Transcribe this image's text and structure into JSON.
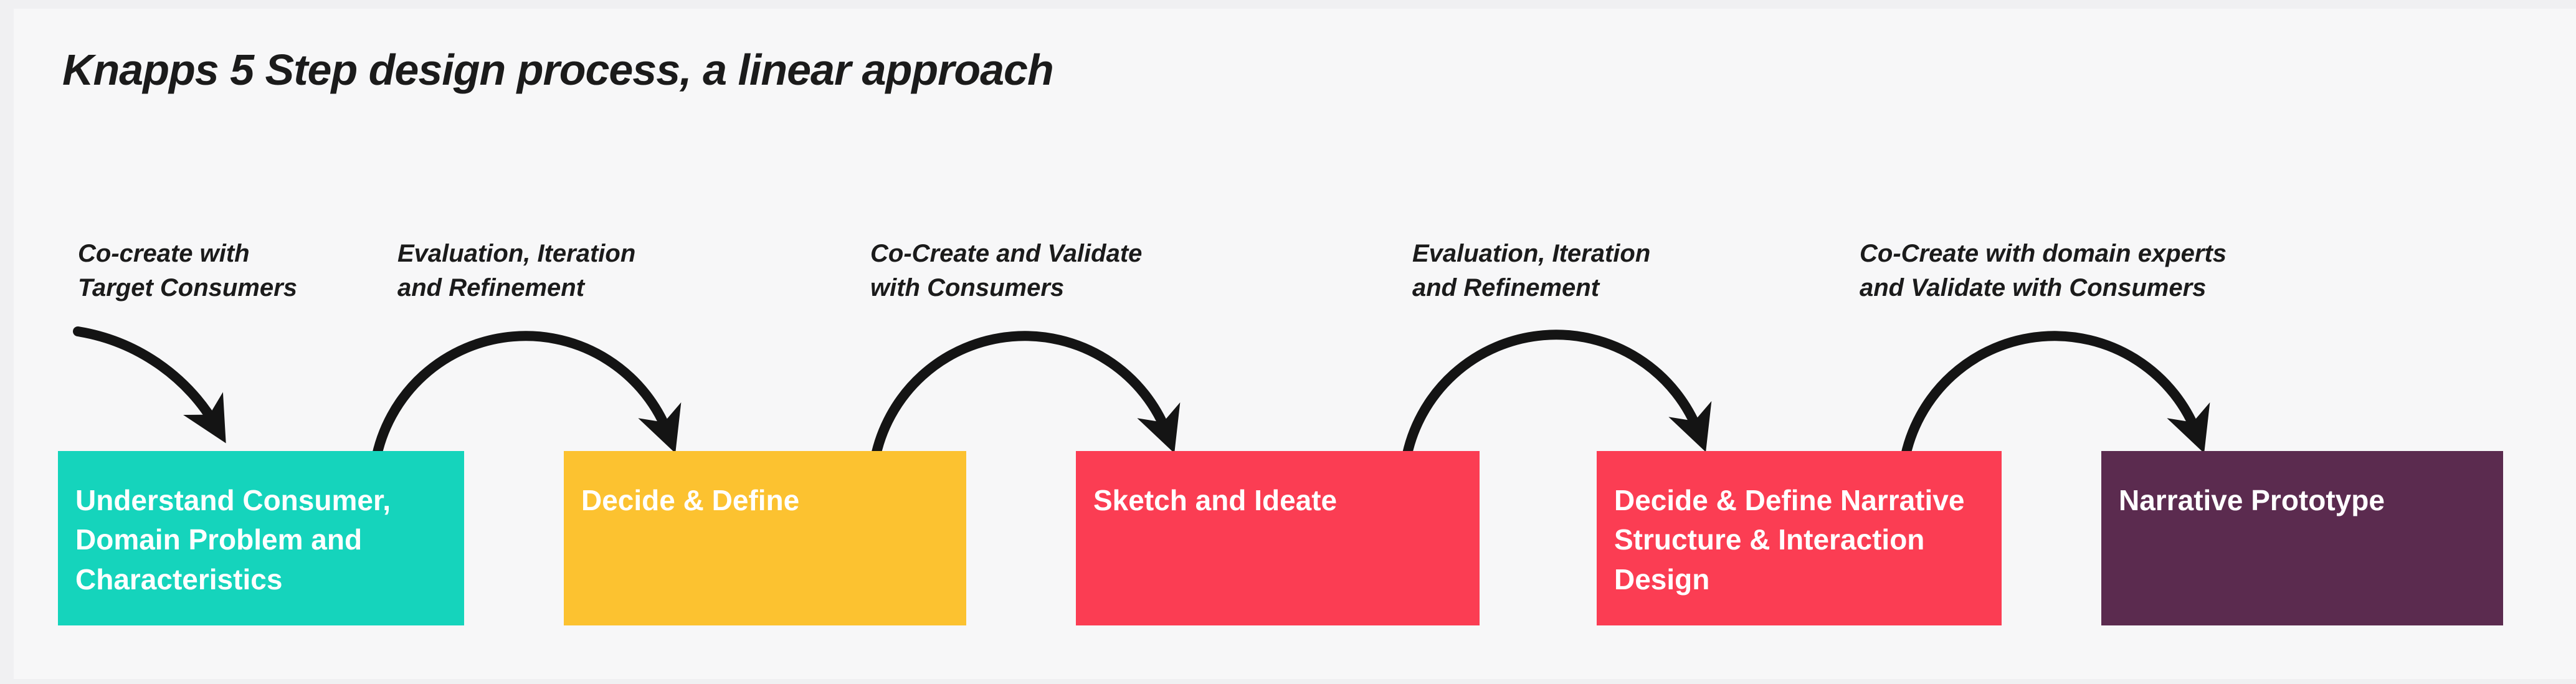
{
  "title": "Knapps 5 Step design process, a linear approach",
  "colors": {
    "page_background": "#f7f7f8",
    "text": "#1b1b1b",
    "arrow": "#141414",
    "step_text": "#ffffff",
    "teal": "#15d4bc",
    "yellow": "#fcc230",
    "red": "#fb3d53",
    "plum": "#5b2b4f"
  },
  "arrow_labels": [
    "Co-create with\nTarget Consumers",
    "Evaluation, Iteration\nand Refinement",
    "Co-Create and Validate\nwith Consumers",
    "Evaluation, Iteration\nand Refinement",
    "Co-Create with domain experts\nand Validate with Consumers"
  ],
  "steps": [
    {
      "label": "Understand Consumer, Domain Problem and Characteristics",
      "color": "#15d4bc"
    },
    {
      "label": "Decide & Define",
      "color": "#fcc230"
    },
    {
      "label": "Sketch and Ideate",
      "color": "#fb3d53"
    },
    {
      "label": "Decide & Define Narrative Structure & Interaction Design",
      "color": "#fb3d53"
    },
    {
      "label": "Narrative Prototype",
      "color": "#5b2b4f"
    }
  ]
}
